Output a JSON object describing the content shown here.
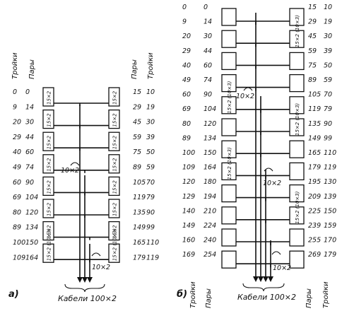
{
  "diagram_a": {
    "label": "а)",
    "header_left_col1": "Тройки",
    "header_left_col2": "Пары",
    "header_right_col1": "Пары",
    "header_right_col2": "Тройки",
    "left_numbers": [
      [
        "0",
        "0"
      ],
      [
        "9",
        "14"
      ],
      [
        "20",
        "30"
      ],
      [
        "29",
        "44"
      ],
      [
        "40",
        "60"
      ],
      [
        "49",
        "74"
      ],
      [
        "60",
        "90"
      ],
      [
        "69",
        "104"
      ],
      [
        "80",
        "120"
      ],
      [
        "89",
        "134"
      ],
      [
        "100",
        "150"
      ],
      [
        "109",
        "164"
      ]
    ],
    "right_numbers": [
      [
        "15",
        "10"
      ],
      [
        "29",
        "19"
      ],
      [
        "45",
        "30"
      ],
      [
        "59",
        "39"
      ],
      [
        "75",
        "50"
      ],
      [
        "89",
        "59"
      ],
      [
        "105",
        "70"
      ],
      [
        "119",
        "79"
      ],
      [
        "135",
        "90"
      ],
      [
        "149",
        "99"
      ],
      [
        "165",
        "110"
      ],
      [
        "179",
        "119"
      ]
    ],
    "left_box_labels": [
      "15×2",
      "15×2",
      "15×2",
      "15×2",
      "15×2",
      "15×2",
      "15×2"
    ],
    "right_box_labels": [
      "15×2",
      "15×2",
      "15×2",
      "15×2",
      "15×2",
      "15×2",
      "15×2"
    ],
    "left_last_box_label": "15×2 (10×3)",
    "right_last_box_label": "15×2 (10×3)",
    "branch_label_1": "10×2",
    "branch_label_2": "10×2",
    "cable_label": "Кабели 100×2"
  },
  "diagram_b": {
    "label": "б)",
    "footer_left_col1": "Тройки",
    "footer_left_col2": "Пары",
    "footer_right_col1": "Пары",
    "footer_right_col2": "Тройки",
    "left_numbers": [
      [
        "0",
        "0"
      ],
      [
        "9",
        "14"
      ],
      [
        "20",
        "30"
      ],
      [
        "29",
        "44"
      ],
      [
        "40",
        "60"
      ],
      [
        "49",
        "74"
      ],
      [
        "60",
        "90"
      ],
      [
        "69",
        "104"
      ],
      [
        "80",
        "120"
      ],
      [
        "89",
        "134"
      ],
      [
        "100",
        "150"
      ],
      [
        "109",
        "164"
      ],
      [
        "120",
        "180"
      ],
      [
        "129",
        "194"
      ],
      [
        "140",
        "210"
      ],
      [
        "149",
        "224"
      ],
      [
        "160",
        "240"
      ],
      [
        "169",
        "254"
      ]
    ],
    "right_numbers": [
      [
        "15",
        "10"
      ],
      [
        "29",
        "19"
      ],
      [
        "45",
        "30"
      ],
      [
        "59",
        "39"
      ],
      [
        "75",
        "50"
      ],
      [
        "89",
        "59"
      ],
      [
        "105",
        "70"
      ],
      [
        "119",
        "79"
      ],
      [
        "135",
        "90"
      ],
      [
        "149",
        "99"
      ],
      [
        "165",
        "110"
      ],
      [
        "179",
        "119"
      ],
      [
        "195",
        "130"
      ],
      [
        "209",
        "139"
      ],
      [
        "225",
        "150"
      ],
      [
        "239",
        "159"
      ],
      [
        "255",
        "170"
      ],
      [
        "269",
        "179"
      ]
    ],
    "left_box_labels_special": [
      "15×2 (10×3)",
      "15×2 (10×3)"
    ],
    "right_box_labels_special": [
      "15×2 (10×3)",
      "15×2 (10×3)",
      "15×2 (10×3)"
    ],
    "branch_label_1": "10×2",
    "branch_label_2": "10×2",
    "branch_label_3": "10×2",
    "cable_label": "Кабели 100×2"
  }
}
